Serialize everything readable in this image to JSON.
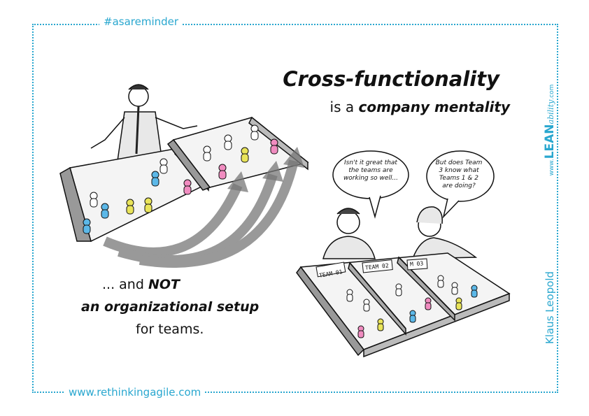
{
  "hashtag": "#asareminder",
  "website": "www.rethinkingagile.com",
  "author": "Klaus Leopold",
  "brand": {
    "prefix": "www.",
    "main": "LEAN",
    "suffix": "ability",
    "domain": ".com"
  },
  "headline": {
    "title": "Cross-functionality",
    "subtitle_lead": "is a ",
    "subtitle_emph": "company mentality",
    "line1_lead": "... and ",
    "line1_emph": "NOT",
    "line2": "an organizational setup",
    "line3": "for teams."
  },
  "speech": {
    "left": "Isn't it great that the teams are working so well...",
    "right": "But does Team 3 know what Teams 1 & 2 are doing?"
  },
  "teams": [
    "TEAM 01",
    "TEAM 02",
    "M 03"
  ],
  "colors": {
    "accent": "#29a7cf",
    "ink": "#111111",
    "pink": "#f08cc0",
    "blue": "#5cb8e8",
    "yellow": "#e9e45a"
  }
}
